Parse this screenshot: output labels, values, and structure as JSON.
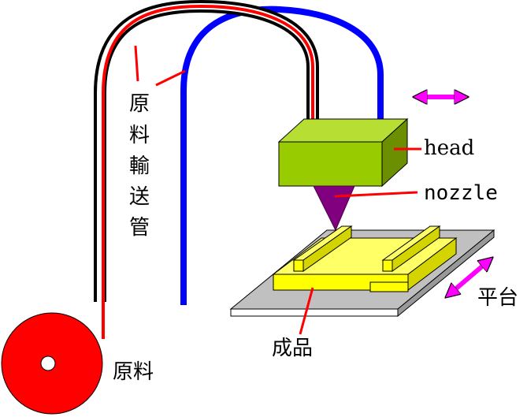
{
  "labels": {
    "head": "head",
    "nozzle": "nozzle",
    "platform": "平台",
    "product": "成品",
    "feed_tube": [
      "原",
      "料",
      "輸",
      "送",
      "管"
    ],
    "material": "原料"
  },
  "colors": {
    "filament": "#ff0000",
    "tube_outer": "#000000",
    "tube_blue": "#0000ff",
    "head_front": "#99cc00",
    "nozzle": "#800080",
    "product": "#ffff00",
    "platform": "#c0c0c0",
    "arrow": "#ff00ff",
    "leader": "#ff0000"
  }
}
